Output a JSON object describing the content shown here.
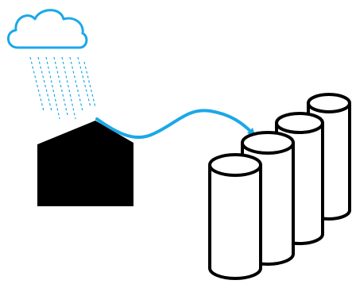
{
  "diagram": {
    "nodes": [
      {
        "id": "cloud",
        "icon": "rain-cloud-icon"
      },
      {
        "id": "rain",
        "icon": "rain-lines-icon"
      },
      {
        "id": "roof",
        "icon": "house-roof-icon"
      },
      {
        "id": "tanks",
        "icon": "water-storage-tanks-icon",
        "count": 4
      }
    ],
    "edges": [
      {
        "from": "roof",
        "to": "tanks",
        "style": "curved-arrow"
      }
    ]
  },
  "colors": {
    "cloud": "#1aa8e8",
    "rain": "#1aa8e8",
    "arrow": "#1aa8e8",
    "roof": "#000000",
    "tank_outline": "#000000",
    "tank_fill": "#ffffff"
  }
}
